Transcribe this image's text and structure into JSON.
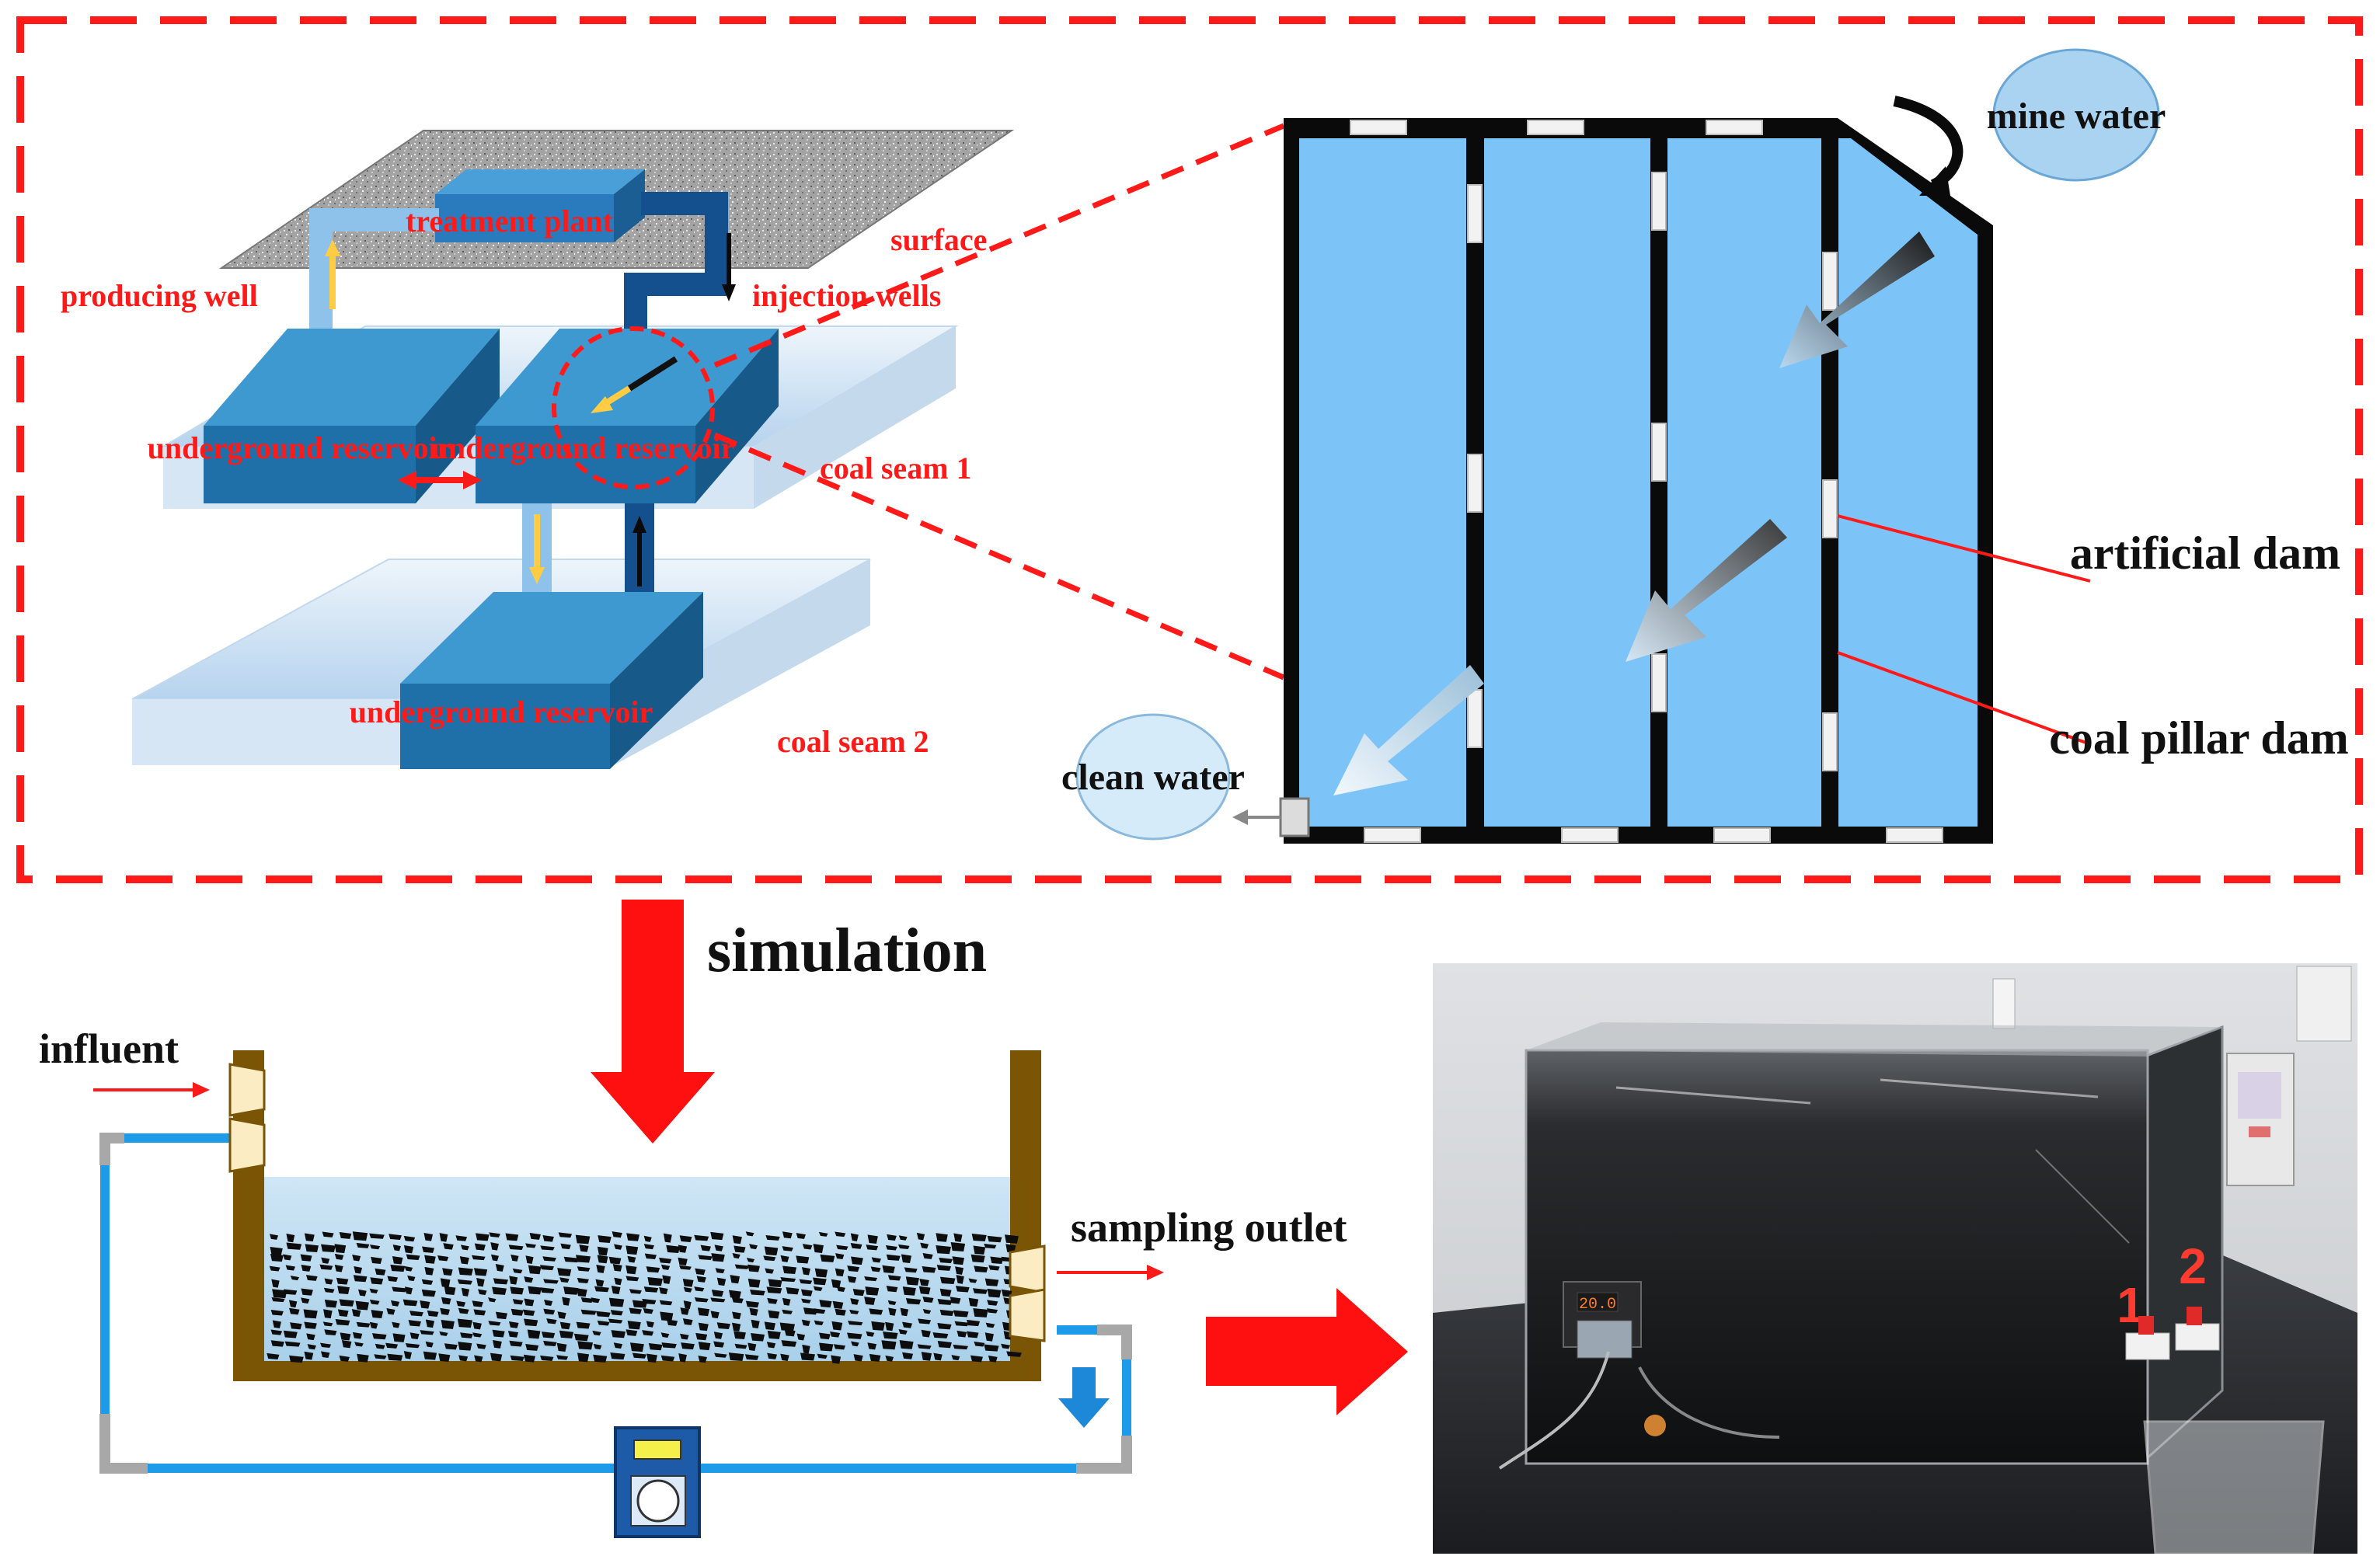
{
  "colors": {
    "dash_red": "#ff1a1a",
    "surface_gray": "#9a9a9a",
    "seam_blue": "#c9dff2",
    "reservoir_front": "#1f6fa8",
    "reservoir_top": "#3f99d1",
    "reservoir_side": "#175a8a",
    "pipe_light": "#8ec2ea",
    "pipe_dark": "#14508e",
    "arrow_yellow": "#ffcc44",
    "panel_blue": "#7cc4f8",
    "pillar_black": "#0a0a0a",
    "tank_brown": "#7a5505",
    "water_blue": "#b7d9ef",
    "coal_black": "#0d0d0d",
    "tube_blue": "#1e9be8",
    "tube_gray": "#a8a8a8",
    "pump_blue": "#1d5aa8",
    "pump_yellow": "#f5f04a",
    "big_arrow_red": "#ff1010",
    "photo_bg": "#dadcdf"
  },
  "schematic": {
    "surface": "surface",
    "treatment_plant": "treatment plant",
    "producing_well": "producing well",
    "injection_wells": "injection wells",
    "reservoir_1": "underground reservoir",
    "reservoir_2": "underground reservoir",
    "reservoir_3": "underground reservoir",
    "coal_seam_1": "coal seam 1",
    "coal_seam_2": "coal seam 2"
  },
  "plan_view": {
    "mine_water": "mine water",
    "clean_water": "clean water",
    "artificial_dam": "artificial dam",
    "coal_pillar_dam": "coal pillar dam"
  },
  "simulation": {
    "label": "simulation",
    "influent": "influent",
    "sampling_outlet": "sampling outlet"
  },
  "photo": {
    "pump_display": "20.0",
    "valve_1": "1",
    "valve_2": "2"
  }
}
